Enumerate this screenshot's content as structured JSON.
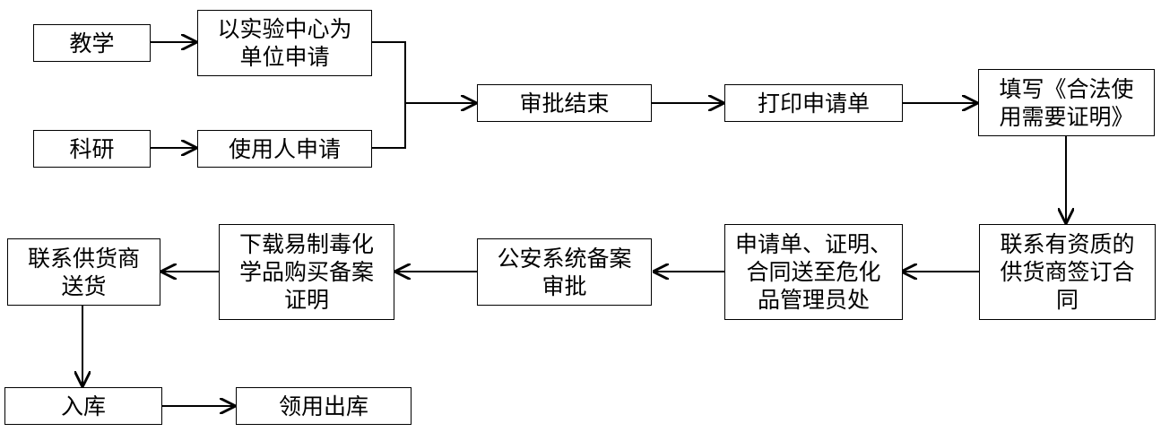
{
  "nodes": {
    "teaching": "教学",
    "research": "科研",
    "lab_apply": "以实验中心为\n单位申请",
    "user_apply": "使用人申请",
    "approval_end": "审批结束",
    "print_form": "打印申请单",
    "fill_proof": "填写《合法使\n用需要证明》",
    "contact_supplier": "联系有资质的\n供货商签订合\n同",
    "submit_docs": "申请单、证明、\n合同送至危化\n品管理员处",
    "police_record": "公安系统备案\n审批",
    "download_cert": "下载易制毒化\n学品购买备案\n证明",
    "supplier_delivery": "联系供货商\n送货",
    "warehouse_in": "入库",
    "issue_out": "领用出库"
  }
}
